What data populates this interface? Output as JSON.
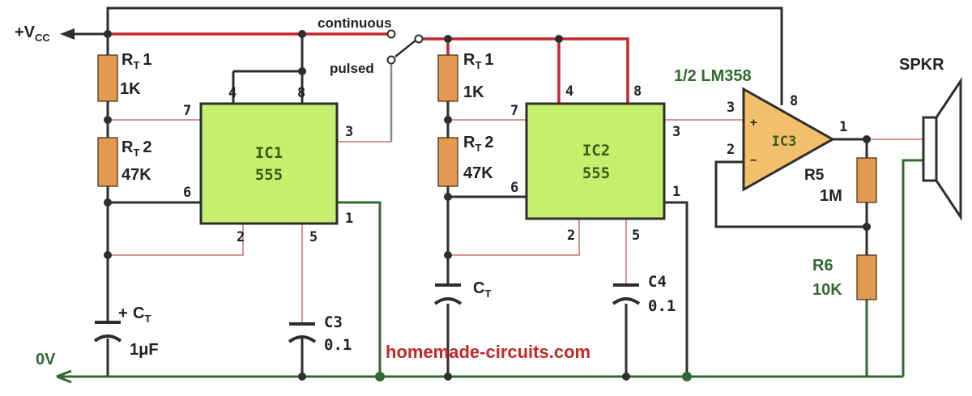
{
  "supply": {
    "vcc_label": "+V",
    "vcc_sub": "CC",
    "ground_label": "0V"
  },
  "switch": {
    "continuous_label": "continuous",
    "pulsed_label": "pulsed"
  },
  "ic1": {
    "name": "IC1",
    "type": "555",
    "pins": {
      "p4": "4",
      "p8": "8",
      "p7": "7",
      "p3": "3",
      "p6": "6",
      "p1": "1",
      "p2": "2",
      "p5": "5"
    }
  },
  "ic2": {
    "name": "IC2",
    "type": "555",
    "pins": {
      "p4": "4",
      "p8": "8",
      "p7": "7",
      "p3": "3",
      "p6": "6",
      "p1": "1",
      "p2": "2",
      "p5": "5"
    }
  },
  "ic3": {
    "name": "IC3",
    "title": "1/2 LM358",
    "plus": "+",
    "minus": "–",
    "pins": {
      "p3": "3",
      "p2": "2",
      "p8": "8",
      "p1": "1"
    }
  },
  "stage1": {
    "rt1": {
      "label": "R",
      "sub": "T",
      "num": "1",
      "value": "1K"
    },
    "rt2": {
      "label": "R",
      "sub": "T",
      "num": "2",
      "value": "47K"
    },
    "ct": {
      "plus": "+",
      "label": "C",
      "sub": "T",
      "value": "1μF"
    },
    "c3": {
      "label": "C3",
      "value": "0.1"
    }
  },
  "stage2": {
    "rt1": {
      "label": "R",
      "sub": "T",
      "num": "1",
      "value": "1K"
    },
    "rt2": {
      "label": "R",
      "sub": "T",
      "num": "2",
      "value": "47K"
    },
    "ct": {
      "label": "C",
      "sub": "T"
    },
    "c4": {
      "label": "C4",
      "value": "0.1"
    }
  },
  "r5": {
    "label": "R5",
    "value": "1M"
  },
  "r6": {
    "label": "R6",
    "value": "10K"
  },
  "speaker": {
    "label": "SPKR"
  },
  "watermark": "homemade-circuits.com",
  "colors": {
    "supply_wire": "#c0282c",
    "ground_wire": "#2f6b2f",
    "ic_fill": "#c4f06e",
    "opamp_fill": "#f2bf6c",
    "resistor_fill": "#e49a4e"
  }
}
